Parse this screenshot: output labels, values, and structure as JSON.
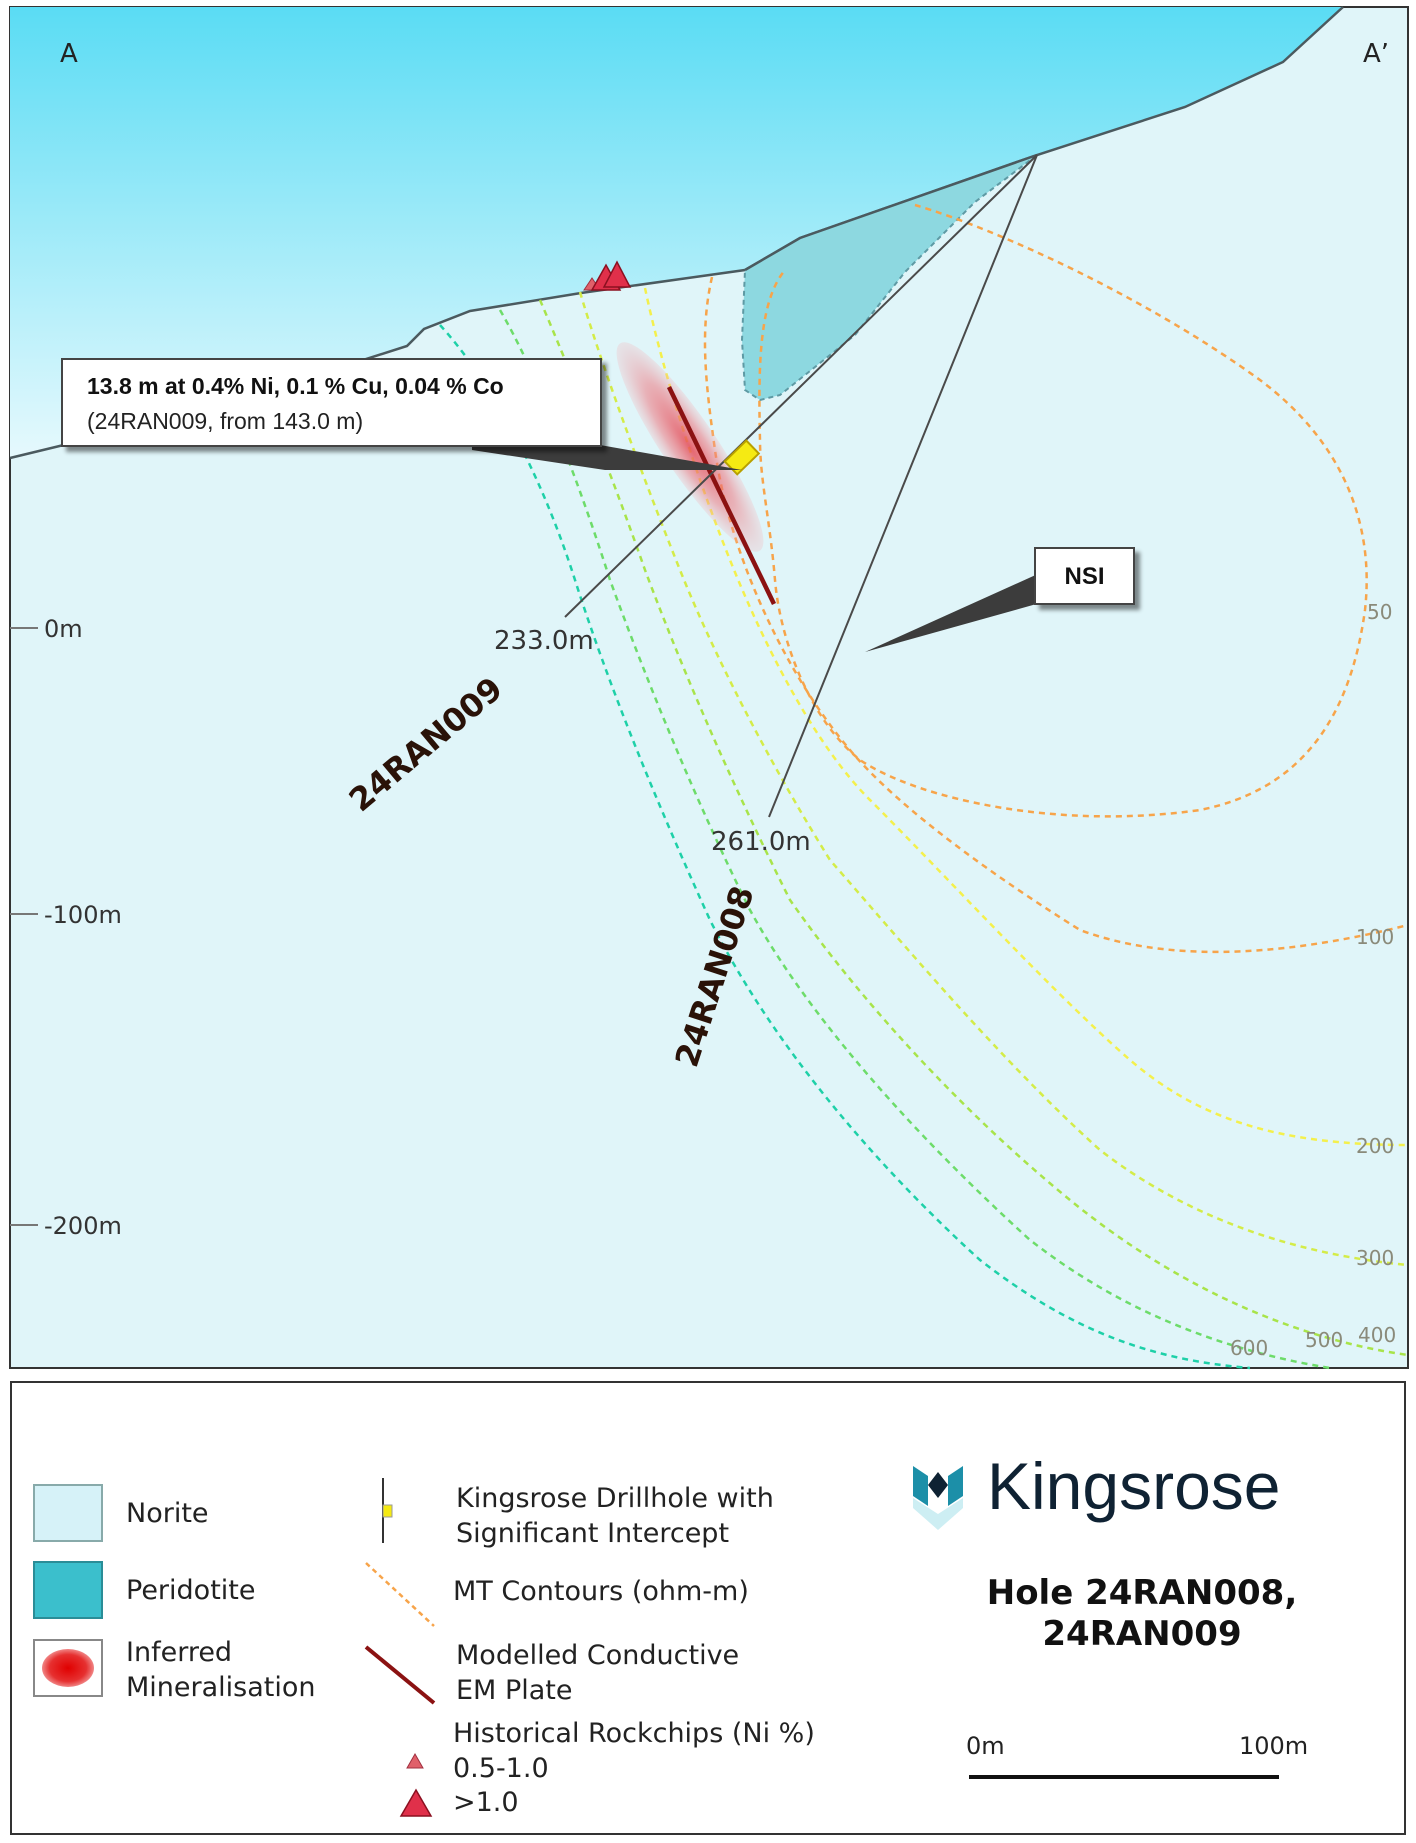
{
  "section": {
    "corner_left": "A",
    "corner_right": "A’",
    "depth_labels": [
      "0m",
      "-100m",
      "-200m"
    ],
    "mt_contour_labels": [
      "50",
      "100",
      "200",
      "300",
      "400",
      "500",
      "600"
    ],
    "drillholes": [
      {
        "name": "24RAN009",
        "depth_label": "233.0m"
      },
      {
        "name": "24RAN008",
        "depth_label": "261.0m"
      }
    ],
    "intercept_callout": {
      "title": "13.8 m at 0.4% Ni, 0.1 % Cu, 0.04 % Co",
      "detail": "(24RAN009, from 143.0 m)"
    },
    "nsi_label": "NSI"
  },
  "legend": {
    "norite": "Norite",
    "peridotite": "Peridotite",
    "inferred_1": "Inferred",
    "inferred_2": "Mineralisation",
    "drillhole_1": "Kingsrose Drillhole with",
    "drillhole_2": "Significant Intercept",
    "mt": "MT Contours (ohm-m)",
    "em_1": "Modelled Conductive",
    "em_2": "EM Plate",
    "rockchips": "Historical Rockchips (Ni %)",
    "rc_small": "0.5-1.0",
    "rc_large": ">1.0"
  },
  "branding": {
    "logo_text": "Kingsrose",
    "title_line1": "Hole 24RAN008,",
    "title_line2": "24RAN009",
    "scale_start": "0m",
    "scale_end": "100m"
  },
  "colors": {
    "norite": "#dff4f8",
    "peridotite": "#3bbfcc",
    "sky": "#6ee0f4",
    "mineralisation": "#e84a55",
    "em_plate": "#8b1212",
    "intercept": "#f5ea13",
    "contour_orange": "#f7a44a"
  }
}
